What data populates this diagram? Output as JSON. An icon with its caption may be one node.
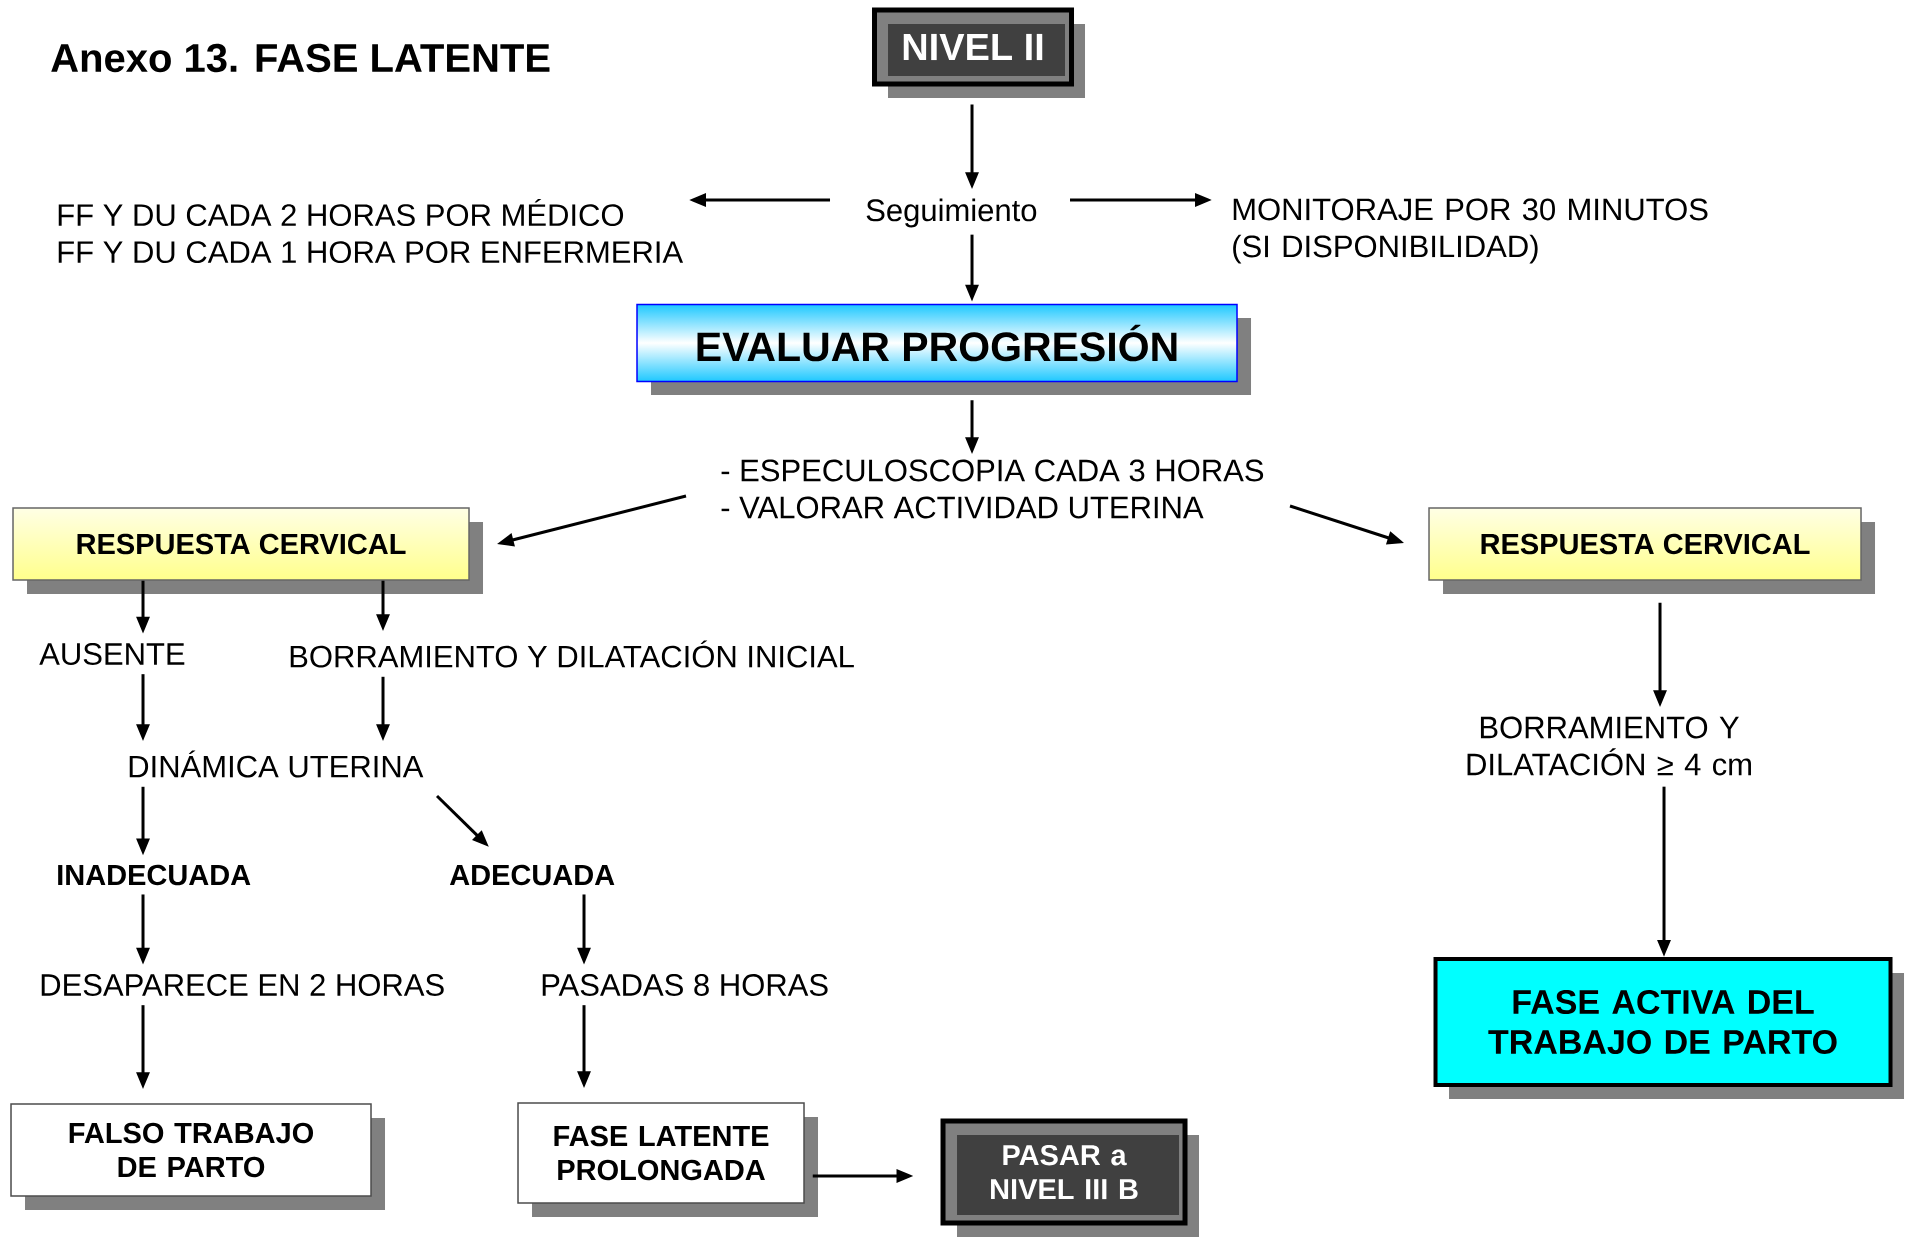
{
  "diagram": {
    "title": "Anexo 13.   FASE LATENTE",
    "nodes": [
      {
        "text": [
          "NIVEL II"
        ]
      },
      {
        "text": [
          "Seguimiento"
        ]
      },
      {
        "text": [
          "FF Y DU CADA 2 HORAS  POR MÉDICO",
          "FF Y DU CADA 1 HORA POR ENFERMERIA"
        ]
      },
      {
        "text": [
          "MONITORAJE POR 30 MINUTOS (SI DISPONIBILIDAD)"
        ]
      },
      {
        "text": [
          "EVALUAR   PROGRESIÓN"
        ]
      },
      {
        "text": [
          "-  ESPECULOSCOPIA CADA 3 HORAS",
          "-  VALORAR ACTIVIDAD UTERINA"
        ]
      },
      {
        "text": [
          "RESPUESTA   CERVICAL"
        ]
      },
      {
        "text": [
          "RESPUESTA CERVICAL"
        ]
      },
      {
        "text": [
          "AUSENTE"
        ]
      },
      {
        "text": [
          "BORRAMIENTO Y DILATACIÓN INICIAL"
        ]
      },
      {
        "text": [
          "DINÁMICA UTERINA"
        ]
      },
      {
        "text": [
          "INADECUADA"
        ]
      },
      {
        "text": [
          "ADECUADA"
        ]
      },
      {
        "text": [
          "DESAPARECE EN 2 HORAS"
        ]
      },
      {
        "text": [
          "PASADAS 8 HORAS"
        ]
      },
      {
        "text": [
          "FALSO TRABAJO DE PARTO"
        ]
      },
      {
        "text": [
          "FASE LATENTE PROLONGADA"
        ]
      },
      {
        "text": [
          "PASAR a NIVEL III B"
        ]
      },
      {
        "text": [
          "BORRAMIENTO Y  DILATACIÓN ≥ 4 cm"
        ]
      },
      {
        "text": [
          "FASE ACTIVA DEL TRABAJO DE PARTO"
        ]
      }
    ],
    "edges": [
      {
        "from": 0,
        "to": 1,
        "arrow": "to"
      },
      {
        "from": 1,
        "to": 2,
        "arrow": "to"
      },
      {
        "from": 1,
        "to": 3,
        "arrow": "to"
      },
      {
        "from": 1,
        "to": 4,
        "arrow": "to"
      },
      {
        "from": 4,
        "to": 5,
        "arrow": "to"
      },
      {
        "from": 5,
        "to": 6,
        "arrow": "to"
      },
      {
        "from": 5,
        "to": 7,
        "arrow": "to"
      },
      {
        "from": 6,
        "to": 8,
        "arrow": "to"
      },
      {
        "from": 6,
        "to": 9,
        "arrow": "to"
      },
      {
        "from": 8,
        "to": 10,
        "arrow": "to"
      },
      {
        "from": 9,
        "to": 10,
        "arrow": "to"
      },
      {
        "from": 10,
        "to": 11,
        "arrow": "to"
      },
      {
        "from": 10,
        "to": 12,
        "arrow": "to"
      },
      {
        "from": 11,
        "to": 13,
        "arrow": "to"
      },
      {
        "from": 12,
        "to": 14,
        "arrow": "to"
      },
      {
        "from": 13,
        "to": 15,
        "arrow": "to"
      },
      {
        "from": 14,
        "to": 16,
        "arrow": "to"
      },
      {
        "from": 16,
        "to": 17,
        "arrow": "to"
      },
      {
        "from": 7,
        "to": 18,
        "arrow": "to"
      },
      {
        "from": 18,
        "to": 19,
        "arrow": "to"
      }
    ]
  }
}
